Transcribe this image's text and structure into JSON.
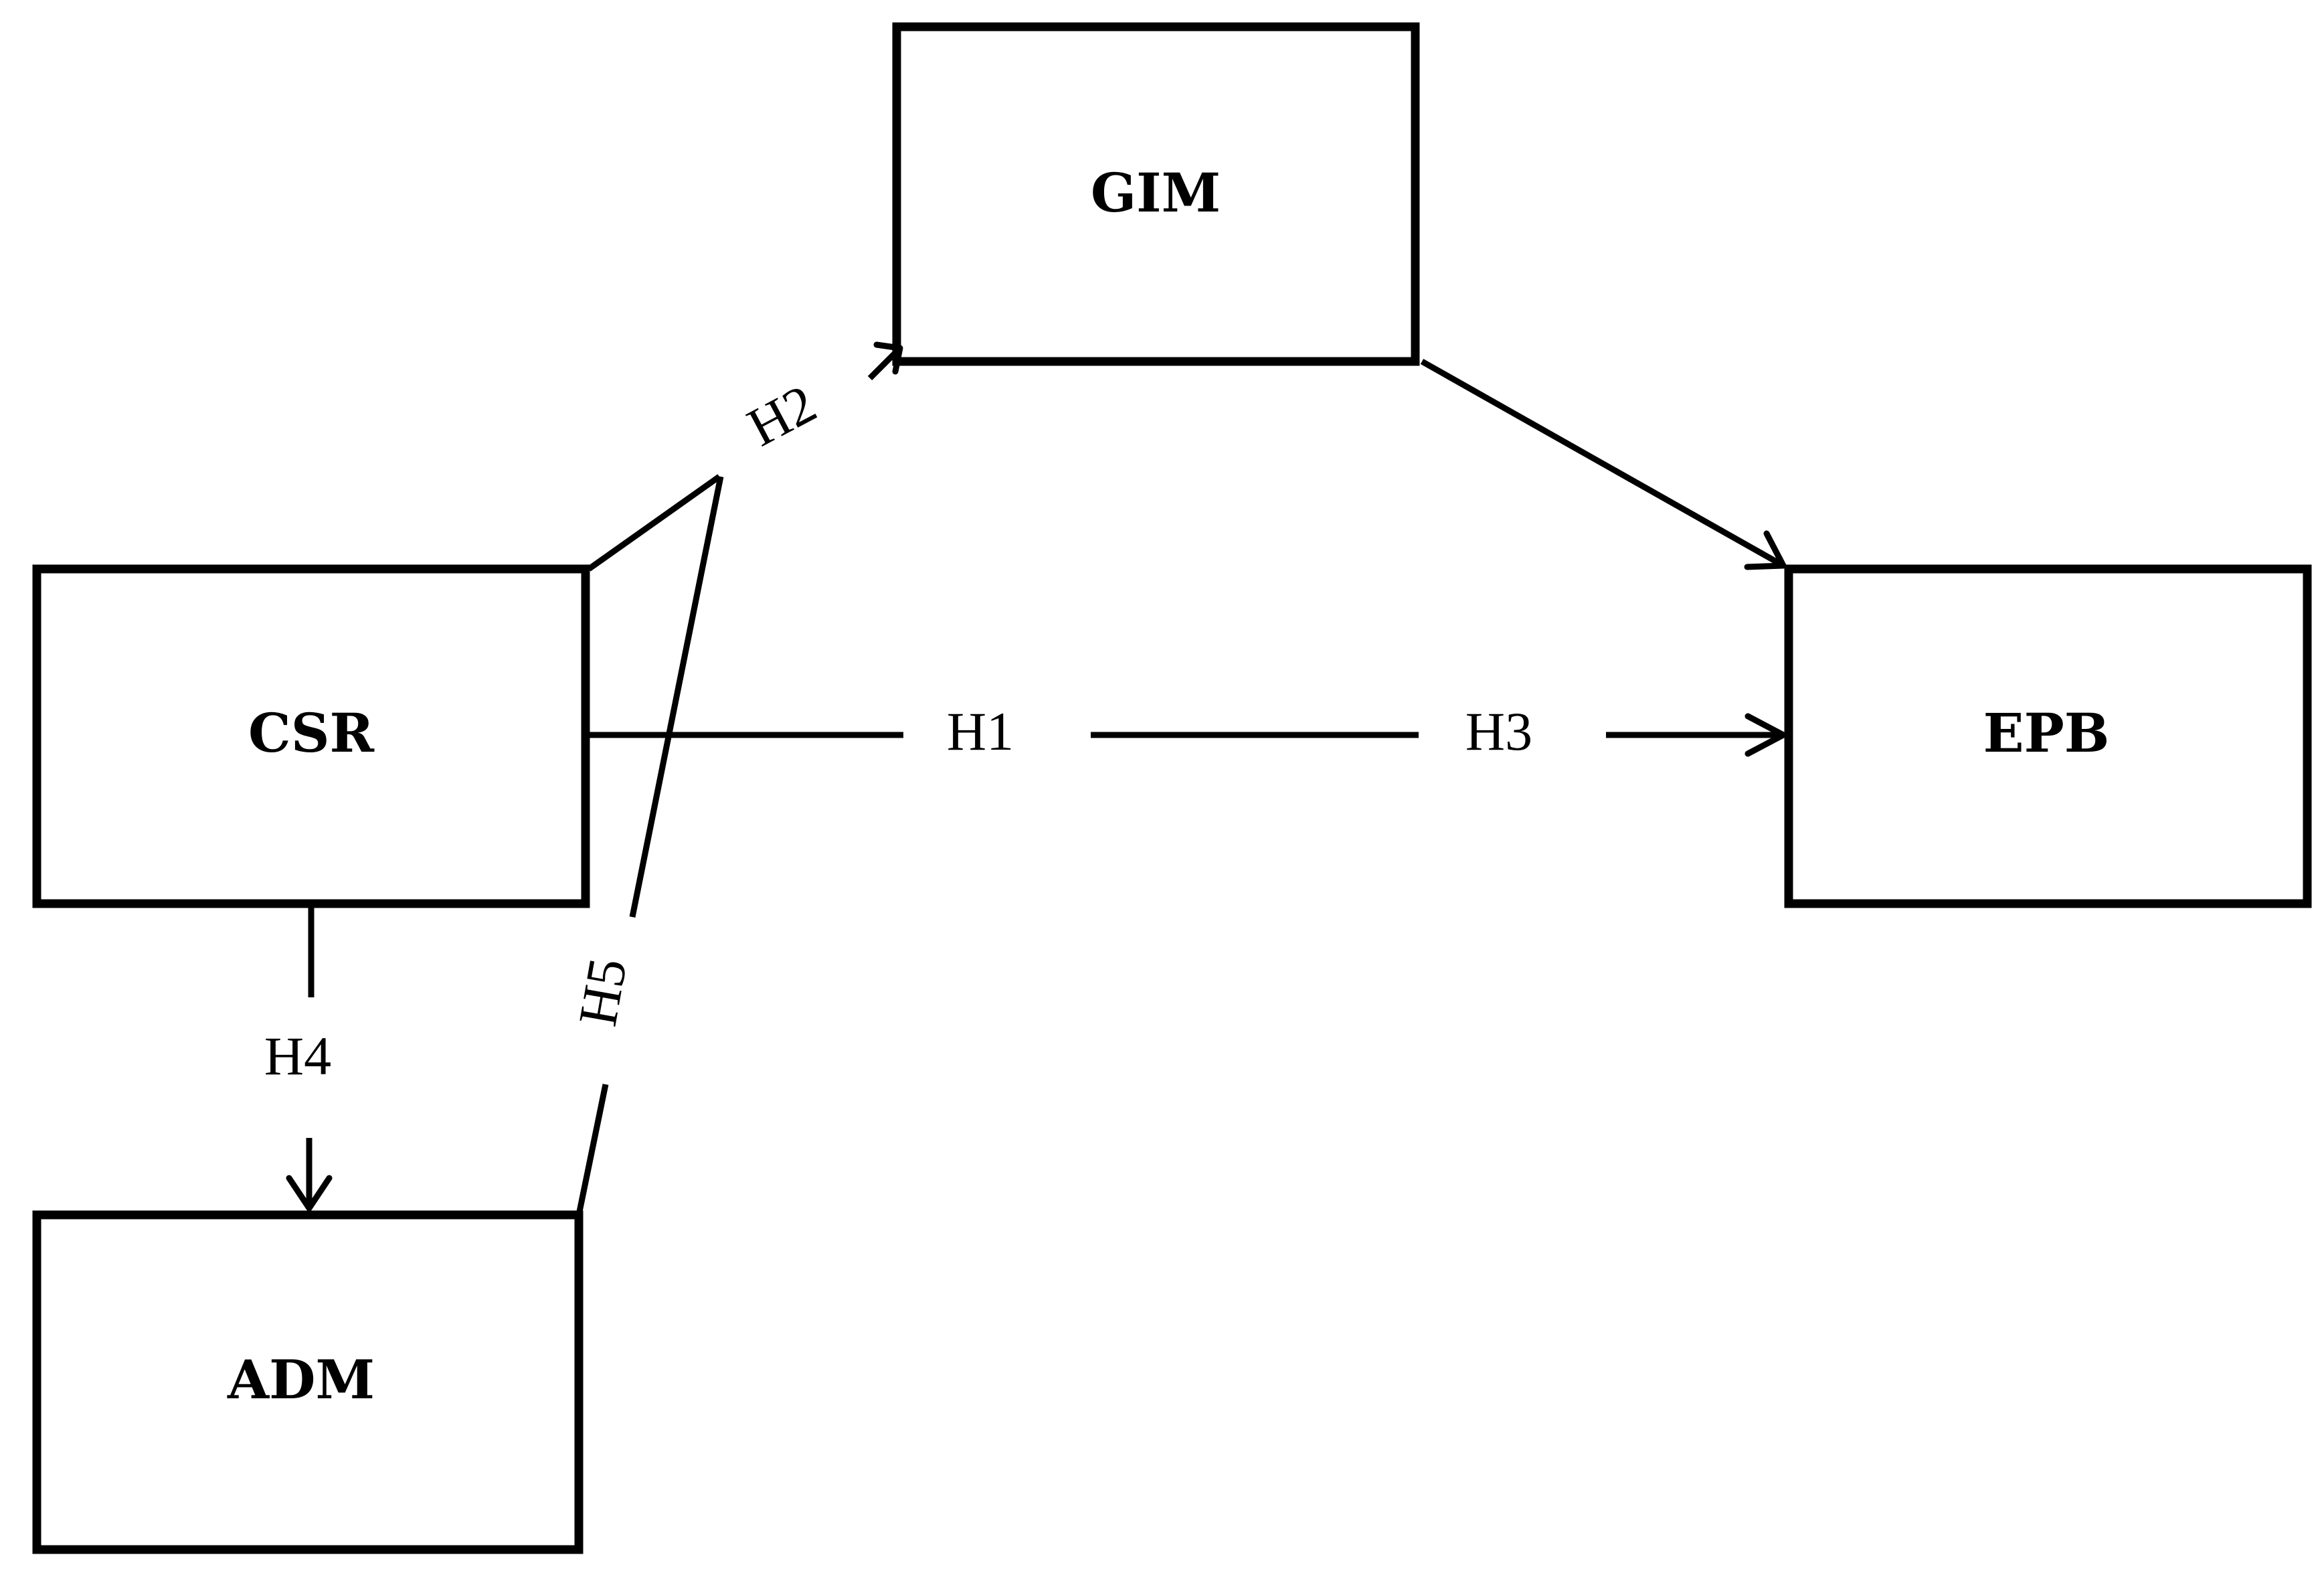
{
  "nodes": {
    "gim": "GIM",
    "csr": "CSR",
    "epb": "EPB",
    "adm": "ADM"
  },
  "hypotheses": {
    "h1": "H1",
    "h2": "H2",
    "h3": "H3",
    "h4": "H4",
    "h5": "H5"
  },
  "colors": {
    "stroke": "#000000",
    "background": "#ffffff"
  }
}
